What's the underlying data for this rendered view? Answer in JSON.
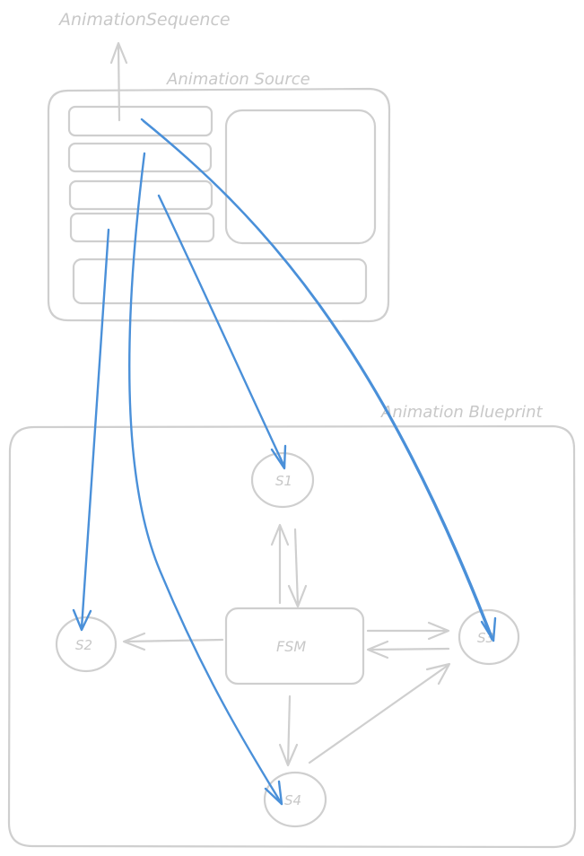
{
  "labels": {
    "animation_sequence": "AnimationSequence",
    "animation_source": "Animation Source",
    "animation_blueprint": "Animation Blueprint"
  },
  "states": {
    "s1": "S1",
    "s2": "S2",
    "s3": "S3",
    "s4": "S4",
    "fsm": "FSM"
  },
  "colors": {
    "sketch_gray": "#cfcfcf",
    "label_gray": "#c8c8c8",
    "connector_blue": "#4a90d9"
  }
}
